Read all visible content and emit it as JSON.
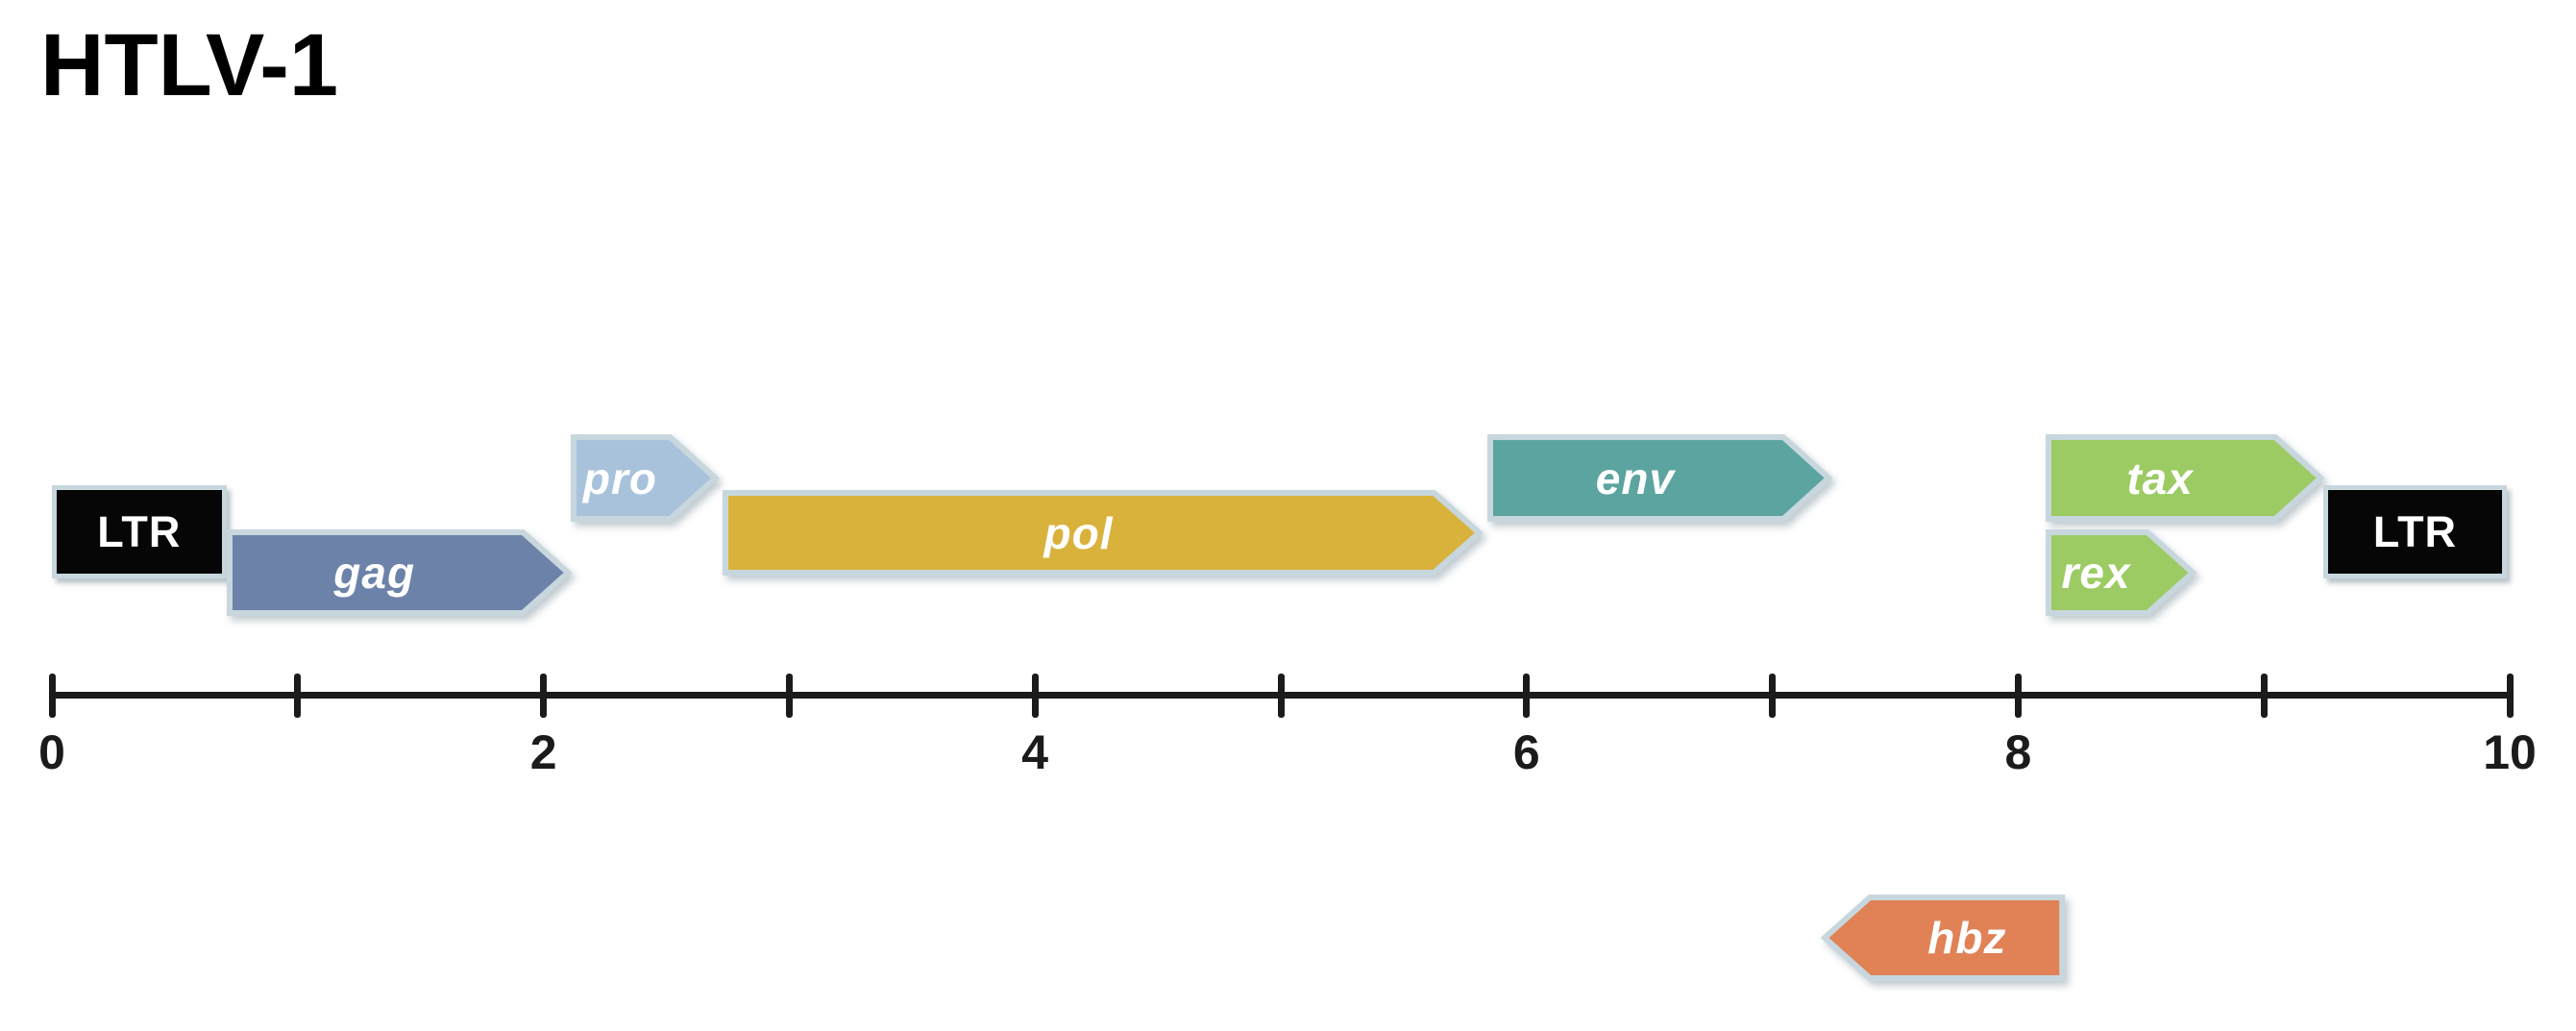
{
  "title": "HTLV-1",
  "colors": {
    "outline": "#C7D7DD",
    "axis": "#1b1b1b",
    "ltr_fill": "#060606",
    "gene_text": "#FFFFFF"
  },
  "axis": {
    "min": 0,
    "max": 10,
    "tick_values": [
      0,
      1,
      2,
      3,
      4,
      5,
      6,
      7,
      8,
      9,
      10
    ],
    "labeled_ticks": [
      0,
      2,
      4,
      6,
      8,
      10
    ]
  },
  "genome_map": {
    "genes": [
      {
        "id": "ltr-left",
        "label": "LTR",
        "shape": "box",
        "direction": "none",
        "start_kb": 0.0,
        "end_kb": 0.71,
        "row": "ltr",
        "color": "#060606",
        "italic": false
      },
      {
        "id": "gag",
        "label": "gag",
        "shape": "arrow",
        "direction": "forward",
        "start_kb": 0.71,
        "end_kb": 2.11,
        "row": "lower",
        "color": "#6D82A8",
        "italic": true
      },
      {
        "id": "pro",
        "label": "pro",
        "shape": "arrow",
        "direction": "forward",
        "start_kb": 2.11,
        "end_kb": 2.71,
        "row": "upper",
        "color": "#A9C2DC",
        "italic": true
      },
      {
        "id": "pol",
        "label": "pol",
        "shape": "arrow",
        "direction": "forward",
        "start_kb": 2.73,
        "end_kb": 5.82,
        "row": "middle",
        "color": "#D9B23C",
        "italic": true
      },
      {
        "id": "env",
        "label": "env",
        "shape": "arrow",
        "direction": "forward",
        "start_kb": 5.84,
        "end_kb": 7.24,
        "row": "upper",
        "color": "#5BA4A0",
        "italic": true
      },
      {
        "id": "tax",
        "label": "tax",
        "shape": "arrow",
        "direction": "forward",
        "start_kb": 8.11,
        "end_kb": 9.24,
        "row": "upper",
        "color": "#9CCB63",
        "italic": true
      },
      {
        "id": "rex",
        "label": "rex",
        "shape": "arrow",
        "direction": "forward",
        "start_kb": 8.11,
        "end_kb": 8.72,
        "row": "lower",
        "color": "#9CCB63",
        "italic": true
      },
      {
        "id": "ltr-right",
        "label": "LTR",
        "shape": "box",
        "direction": "none",
        "start_kb": 9.24,
        "end_kb": 9.99,
        "row": "ltr",
        "color": "#060606",
        "italic": false
      },
      {
        "id": "hbz",
        "label": "hbz",
        "shape": "arrow",
        "direction": "reverse",
        "start_kb": 7.2,
        "end_kb": 8.19,
        "row": "hbz",
        "color": "#E08156",
        "italic": true
      }
    ]
  }
}
